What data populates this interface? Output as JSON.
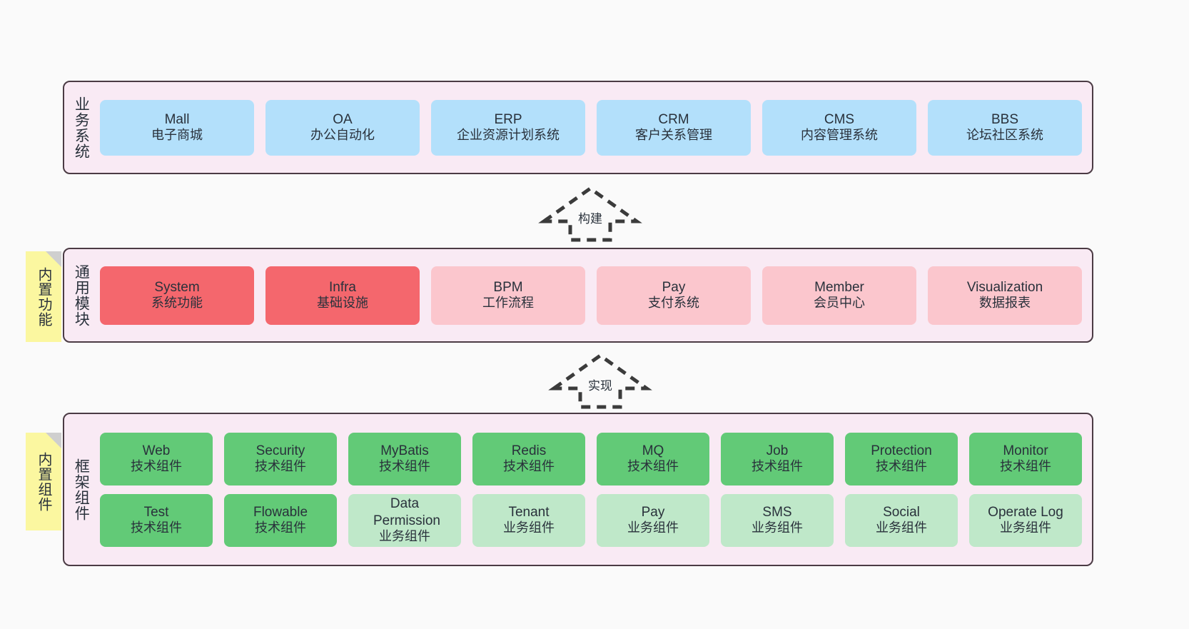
{
  "diagram": {
    "background_color": "#fafafa",
    "panel_fill": "#f9eaf4",
    "panel_border": "#4b3b44",
    "sticky_color": "#fbf7a0"
  },
  "layers": [
    {
      "id": "business",
      "title": "业务系统",
      "title_chars": "业务系统",
      "nodes": [
        {
          "en": "Mall",
          "cn": "电子商城",
          "color": "#b3e0fb"
        },
        {
          "en": "OA",
          "cn": "办公自动化",
          "color": "#b3e0fb"
        },
        {
          "en": "ERP",
          "cn": "企业资源计划系统",
          "color": "#b3e0fb"
        },
        {
          "en": "CRM",
          "cn": "客户关系管理",
          "color": "#b3e0fb"
        },
        {
          "en": "CMS",
          "cn": "内容管理系统",
          "color": "#b3e0fb"
        },
        {
          "en": "BBS",
          "cn": "论坛社区系统",
          "color": "#b3e0fb"
        }
      ]
    },
    {
      "id": "modules",
      "title": "通用模块",
      "sticky": "内置功能",
      "nodes": [
        {
          "en": "System",
          "cn": "系统功能",
          "color": "#f4676d"
        },
        {
          "en": "Infra",
          "cn": "基础设施",
          "color": "#f4676d"
        },
        {
          "en": "BPM",
          "cn": "工作流程",
          "color": "#fbc6cd"
        },
        {
          "en": "Pay",
          "cn": "支付系统",
          "color": "#fbc6cd"
        },
        {
          "en": "Member",
          "cn": "会员中心",
          "color": "#fbc6cd"
        },
        {
          "en": "Visualization",
          "cn": "数据报表",
          "color": "#fbc6cd"
        }
      ]
    },
    {
      "id": "framework",
      "title": "框架组件",
      "sticky": "内置组件",
      "rows": [
        [
          {
            "en": "Web",
            "cn": "技术组件",
            "color": "#62ca77"
          },
          {
            "en": "Security",
            "cn": "技术组件",
            "color": "#62ca77"
          },
          {
            "en": "MyBatis",
            "cn": "技术组件",
            "color": "#62ca77"
          },
          {
            "en": "Redis",
            "cn": "技术组件",
            "color": "#62ca77"
          },
          {
            "en": "MQ",
            "cn": "技术组件",
            "color": "#62ca77"
          },
          {
            "en": "Job",
            "cn": "技术组件",
            "color": "#62ca77"
          },
          {
            "en": "Protection",
            "cn": "技术组件",
            "color": "#62ca77"
          },
          {
            "en": "Monitor",
            "cn": "技术组件",
            "color": "#62ca77"
          }
        ],
        [
          {
            "en": "Test",
            "cn": "技术组件",
            "color": "#62ca77"
          },
          {
            "en": "Flowable",
            "cn": "技术组件",
            "color": "#62ca77"
          },
          {
            "en": "Data Permission",
            "cn": "业务组件",
            "color": "#bfe8c9"
          },
          {
            "en": "Tenant",
            "cn": "业务组件",
            "color": "#bfe8c9"
          },
          {
            "en": "Pay",
            "cn": "业务组件",
            "color": "#bfe8c9"
          },
          {
            "en": "SMS",
            "cn": "业务组件",
            "color": "#bfe8c9"
          },
          {
            "en": "Social",
            "cn": "业务组件",
            "color": "#bfe8c9"
          },
          {
            "en": "Operate Log",
            "cn": "业务组件",
            "color": "#bfe8c9"
          }
        ]
      ]
    }
  ],
  "arrows": [
    {
      "id": "build",
      "label": "构建",
      "from": "modules",
      "to": "business"
    },
    {
      "id": "implement",
      "label": "实现",
      "from": "framework",
      "to": "modules"
    }
  ]
}
